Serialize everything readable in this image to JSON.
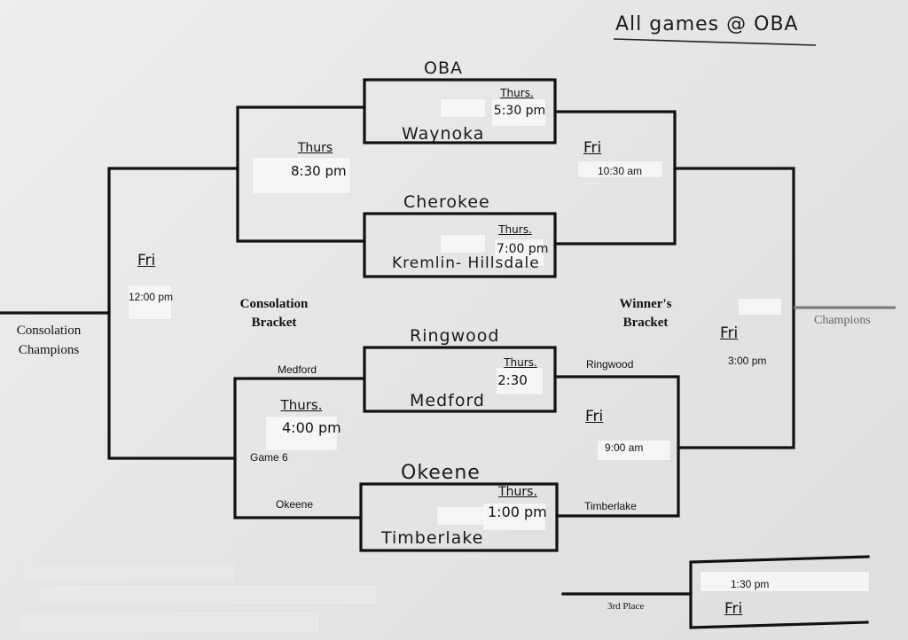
{
  "title": "All games @ OBA",
  "winners_bracket": {
    "label_line1": "Winner's",
    "label_line2": "Bracket",
    "game1": {
      "team_top": "OBA",
      "team_bottom": "Waynoka",
      "day": "Thurs.",
      "time": "5:30 pm"
    },
    "game2": {
      "team_top": "Cherokee",
      "team_bottom": "Kremlin- Hillsdale",
      "day": "Thurs.",
      "time": "7:00 pm"
    },
    "game3": {
      "team_top": "Ringwood",
      "team_bottom": "Medford",
      "day": "Thurs.",
      "time": "2:30"
    },
    "game4": {
      "team_top": "Okeene",
      "team_bottom": "Timberlake",
      "day": "Thurs.",
      "time": "1:00 pm"
    },
    "semi_top": {
      "day": "Fri",
      "time": "10:30 am"
    },
    "semi_bottom": {
      "day": "Fri",
      "time": "9:00 am",
      "team_top": "Ringwood",
      "team_bottom": "Timberlake"
    },
    "final": {
      "day": "Fri",
      "time": "3:00 pm"
    },
    "champions": "Champions"
  },
  "consolation_bracket": {
    "label_line1": "Consolation",
    "label_line2": "Bracket",
    "top_game": {
      "day": "Thurs",
      "time": "8:30 pm"
    },
    "bottom_game": {
      "day": "Thurs.",
      "time": "4:00 pm",
      "team_top": "Medford",
      "team_bottom": "Okeene",
      "game_label": "Game 6"
    },
    "final": {
      "day": "Fri",
      "time": "12:00 pm"
    },
    "champions_line1": "Consolation",
    "champions_line2": "Champions"
  },
  "third_place": {
    "label": "3rd Place",
    "time": "1:30 pm",
    "day": "Fri"
  }
}
